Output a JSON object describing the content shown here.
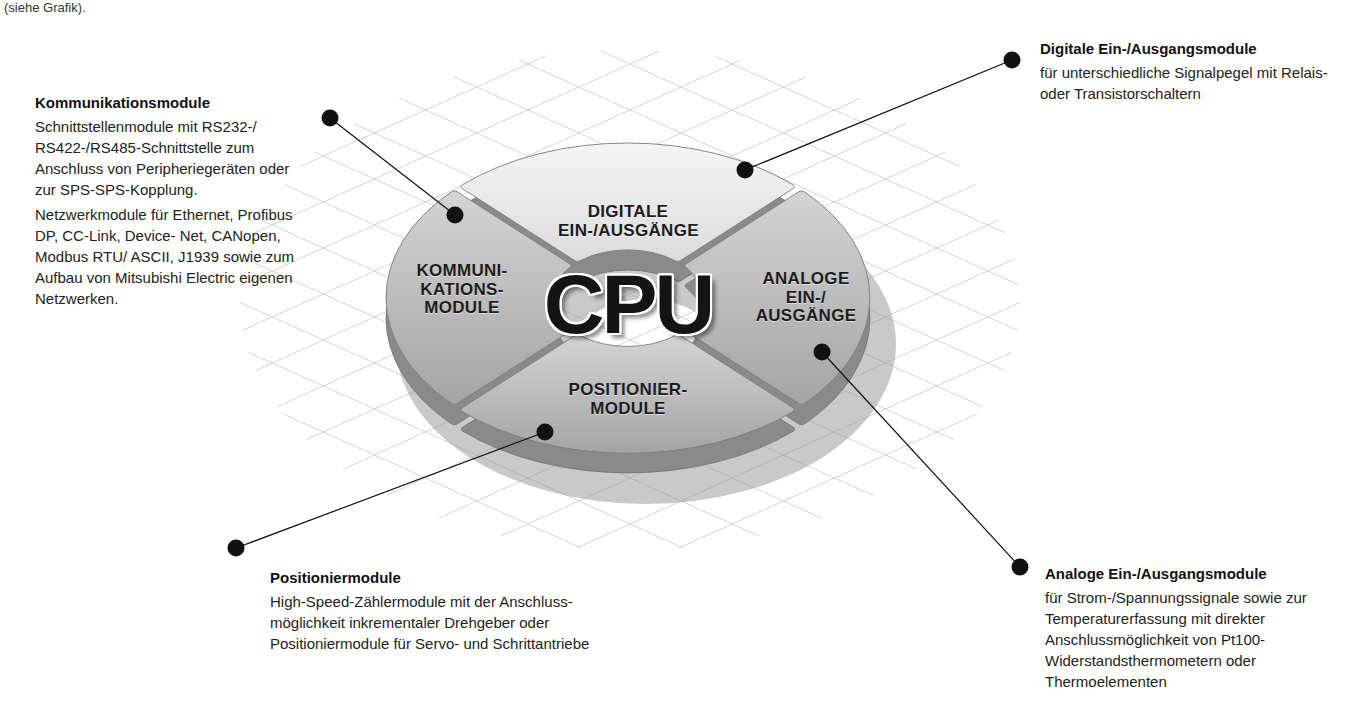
{
  "diagram": {
    "nodes": [
      {
        "text": [
          "DIGITALE EIN-/AUSGÄNGE"
        ]
      },
      {
        "text": [
          "KOMMUNI- KATIONS- MODULE"
        ]
      },
      {
        "text": [
          "ANALOGE EIN-/ AUSGÄNGE"
        ]
      },
      {
        "text": [
          "POSITIONIER- MODULE"
        ]
      }
    ],
    "labels": [
      "(siehe Grafik).",
      "CPU",
      "Digitale Ein-/Ausgangsmodule",
      "für unterschiedliche Signalpegel mit Relais- oder Transistorschaltern",
      "Kommunikationsmodule",
      "Schnittstellenmodule mit RS232-/ RS422-/RS485-Schnittstelle zum Anschluss von Peripheriegeräten oder zur SPS-SPS-Kopplung.",
      "Netzwerkmodule für Ethernet, Profibus DP, CC-Link, Device- Net, CANopen, Modbus RTU/ ASCII, J1939 sowie zum Aufbau von Mitsubishi Electric eigenen Netzwerken.",
      "Positioniermodule",
      "High-Speed-Zählermodule mit der Anschluss- möglichkeit inkrementaler Drehgeber oder Positioniermodule für Servo- und Schrittantriebe",
      "Analoge Ein-/Ausgangsmodule",
      "für Strom-/Spannungssignale sowie zur Temperaturerfassung mit direkter Anschlussmöglichkeit von Pt100- Widerstandsthermometern oder Thermoelementen"
    ]
  }
}
